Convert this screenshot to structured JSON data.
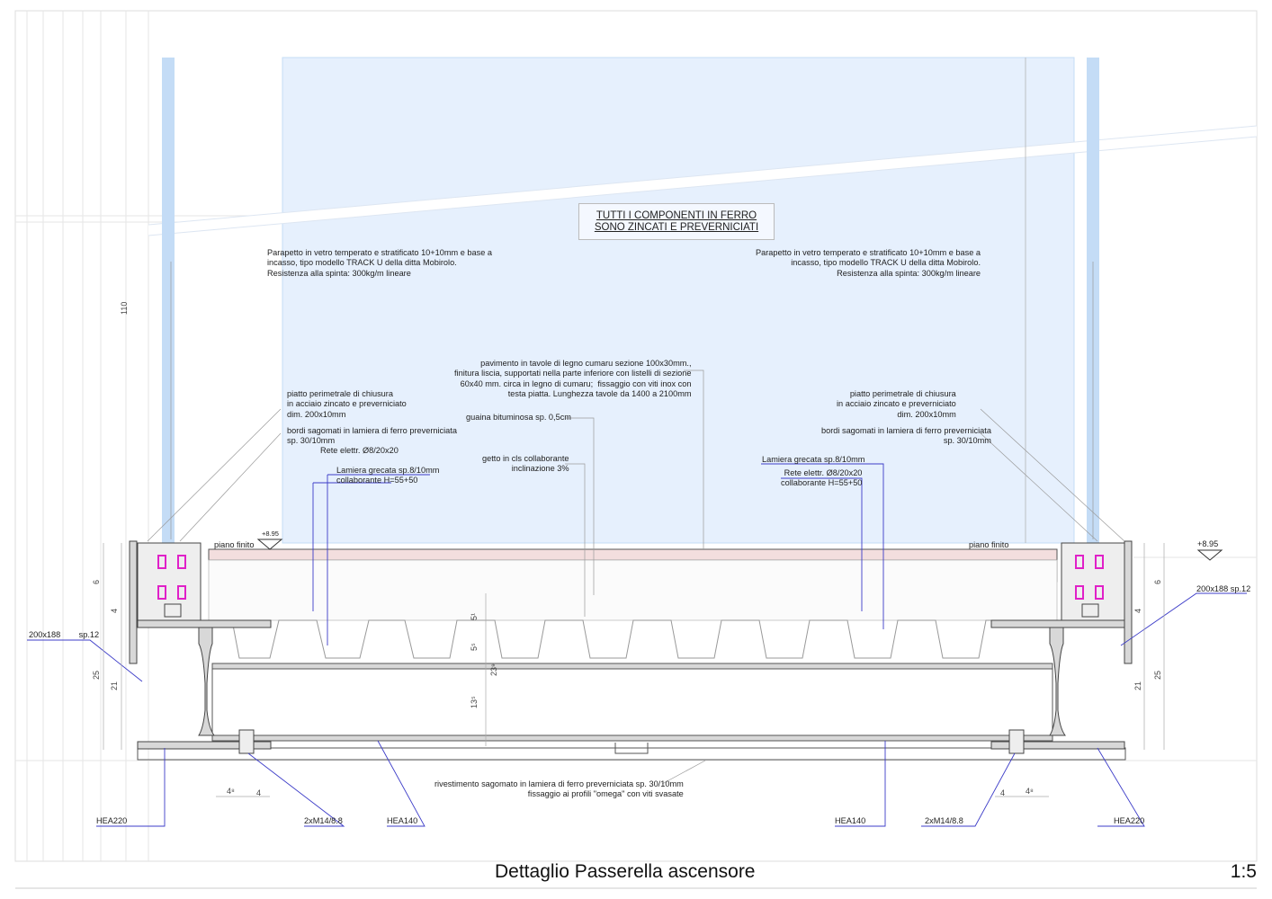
{
  "drawing": {
    "title": "Dettaglio Passerella ascensore",
    "scale": "1:5",
    "banner": [
      "TUTTI I COMPONENTI IN FERRO",
      "SONO ZINCATI E PREVERNICIATI"
    ]
  },
  "notes": {
    "parapet_left": "Parapetto in vetro temperato e stratificato 10+10mm e base a\nincasso, tipo modello TRACK U della ditta Mobirolo.\nResistenza alla spinta: 300kg/m lineare",
    "parapet_right": "Parapetto in vetro temperato e stratificato 10+10mm e base a\nincasso, tipo modello TRACK U della ditta Mobirolo.\nResistenza alla spinta: 300kg/m lineare",
    "flooring": "pavimento in tavole di legno cumaru sezione 100x30mm.,\nfinitura liscia, supportati nella parte inferiore con listelli di sezione\n60x40 mm. circa in legno di cumaru;  fissaggio con viti inox con\ntesta piatta. Lunghezza tavole da 1400 a 2100mm",
    "plate_left": "piatto perimetrale di chiusura\nin acciaio zincato e preverniciato\ndim. 200x10mm",
    "plate_right": "piatto perimetrale di chiusura\nin acciaio zincato e preverniciato\ndim. 200x10mm",
    "edges_left": "bordi sagomati in lamiera di ferro preverniciata\nsp. 30/10mm",
    "edges_right": "bordi sagomati in lamiera di ferro preverniciata\nsp. 30/10mm",
    "membrane": "guaina bituminosa sp. 0,5cm",
    "mesh_left": "Rete elettr. Ø8/20x20",
    "deck_left": "Lamiera grecata sp.8/10mm\ncollaborante H=55+50",
    "concrete": "getto in cls collaborante\ninclinazione 3%",
    "deck_right": "Lamiera grecata sp.8/10mm",
    "mesh_right": "Rete elettr. Ø8/20x20\ncollaborante H=55+50",
    "finished_floor_left": "piano finito",
    "finished_floor_right": "piano finito",
    "level_left": "+8.95",
    "level_right": "+8.95",
    "cladding": "rivestimento sagomato in lamiera di ferro preverniciata sp. 30/10mm\nfissaggio ai profili \"omega\" con viti svasate",
    "plate_size_left": "200x188        sp.12",
    "plate_size_right": "200x188 sp.12",
    "hea220_left": "HEA220",
    "hea220_right": "HEA220",
    "hea140_left": "HEA140",
    "hea140_right": "HEA140",
    "bolts_left": "2xM14/8.8",
    "bolts_right": "2xM14/8.8"
  },
  "dimensions": {
    "h110": "110",
    "left_6": "6",
    "left_4": "4",
    "left_25": "25",
    "left_21": "21",
    "right_6": "6",
    "right_4": "4",
    "right_25": "25",
    "right_21": "21",
    "mid_5a": "5¹",
    "mid_5b": "5⁵",
    "mid_23": "23⁹",
    "mid_13": "13⁵",
    "bot_l_48": "4⁸",
    "bot_l_4": "4",
    "bot_r_4": "4",
    "bot_r_48": "4⁸"
  },
  "colors": {
    "glass": "#e6f0fd",
    "glass_edge": "#c4dcf6",
    "steel": "#d8d8d8",
    "wood": "#f3dede",
    "leader": "#3c3cc8",
    "fixing": "#e020c8"
  }
}
